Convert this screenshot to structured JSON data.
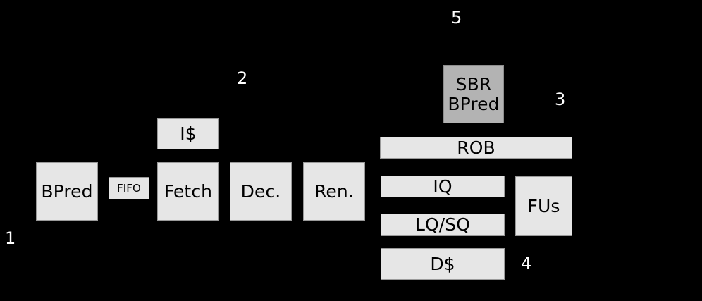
{
  "figure": {
    "background_color": "#000000",
    "block_fill_color": "#e6e6e6",
    "highlight_fill_color": "#b3b3b3",
    "block_border_color": "#9a9a9a",
    "label_color": "#ffffff"
  },
  "blocks": {
    "bpred": "BPred",
    "fifo": "FIFO",
    "icache": "I$",
    "fetch": "Fetch",
    "decode": "Dec.",
    "rename": "Ren.",
    "sbr_bpred": "SBR\nBPred",
    "rob": "ROB",
    "iq": "IQ",
    "lqsq": "LQ/SQ",
    "fus": "FUs",
    "dcache": "D$"
  },
  "callouts": {
    "one": "1",
    "two": "2",
    "three": "3",
    "four": "4",
    "five": "5"
  }
}
